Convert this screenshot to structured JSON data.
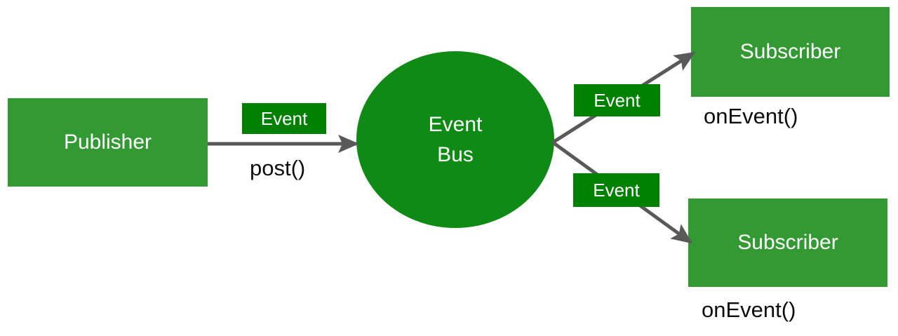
{
  "diagram": {
    "title": "Event Bus publish/subscribe diagram",
    "colors": {
      "node_green": "#339933",
      "circle_green": "#0f8a14",
      "chip_green": "#008000",
      "edge_gray": "#595959",
      "text_light": "#ffffff",
      "text_dark": "#0d0d0d",
      "background": "#ffffff"
    },
    "nodes": {
      "publisher": {
        "label": "Publisher",
        "shape": "rectangle"
      },
      "event_bus": {
        "label_line1": "Event",
        "label_line2": "Bus",
        "shape": "circle"
      },
      "subscriber_top": {
        "label": "Subscriber",
        "shape": "rectangle"
      },
      "subscriber_bottom": {
        "label": "Subscriber",
        "shape": "rectangle"
      }
    },
    "edge_chips": [
      {
        "label": "Event"
      },
      {
        "label": "Event"
      },
      {
        "label": "Event"
      }
    ],
    "captions": {
      "post": "post()",
      "on_event_top": "onEvent()",
      "on_event_bottom": "onEvent()"
    }
  }
}
